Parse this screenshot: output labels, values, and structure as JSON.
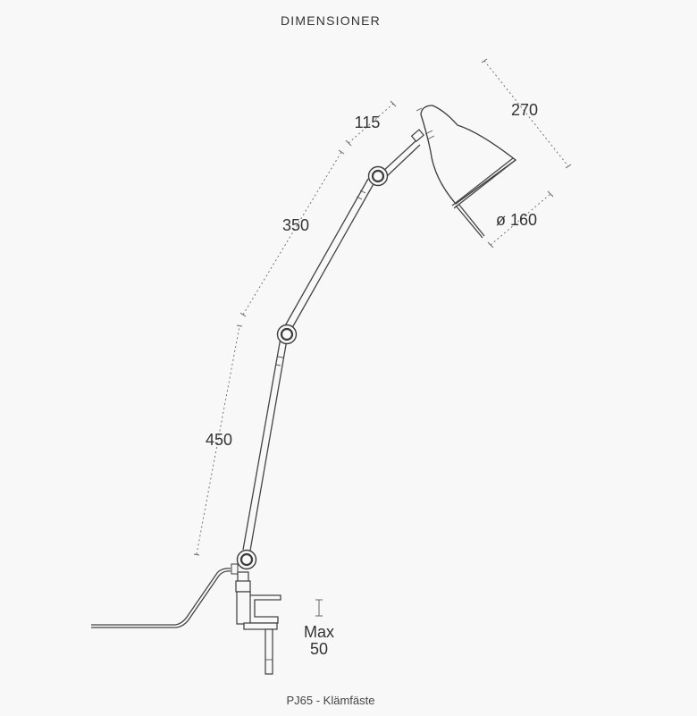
{
  "header": {
    "title": "DIMENSIONER"
  },
  "dimensions": {
    "d115": "115",
    "d350": "350",
    "d450": "450",
    "d270": "270",
    "d160": "ø 160",
    "max_label": "Max",
    "max_value": "50"
  },
  "footer": {
    "caption": "PJ65 - Klämfäste"
  }
}
